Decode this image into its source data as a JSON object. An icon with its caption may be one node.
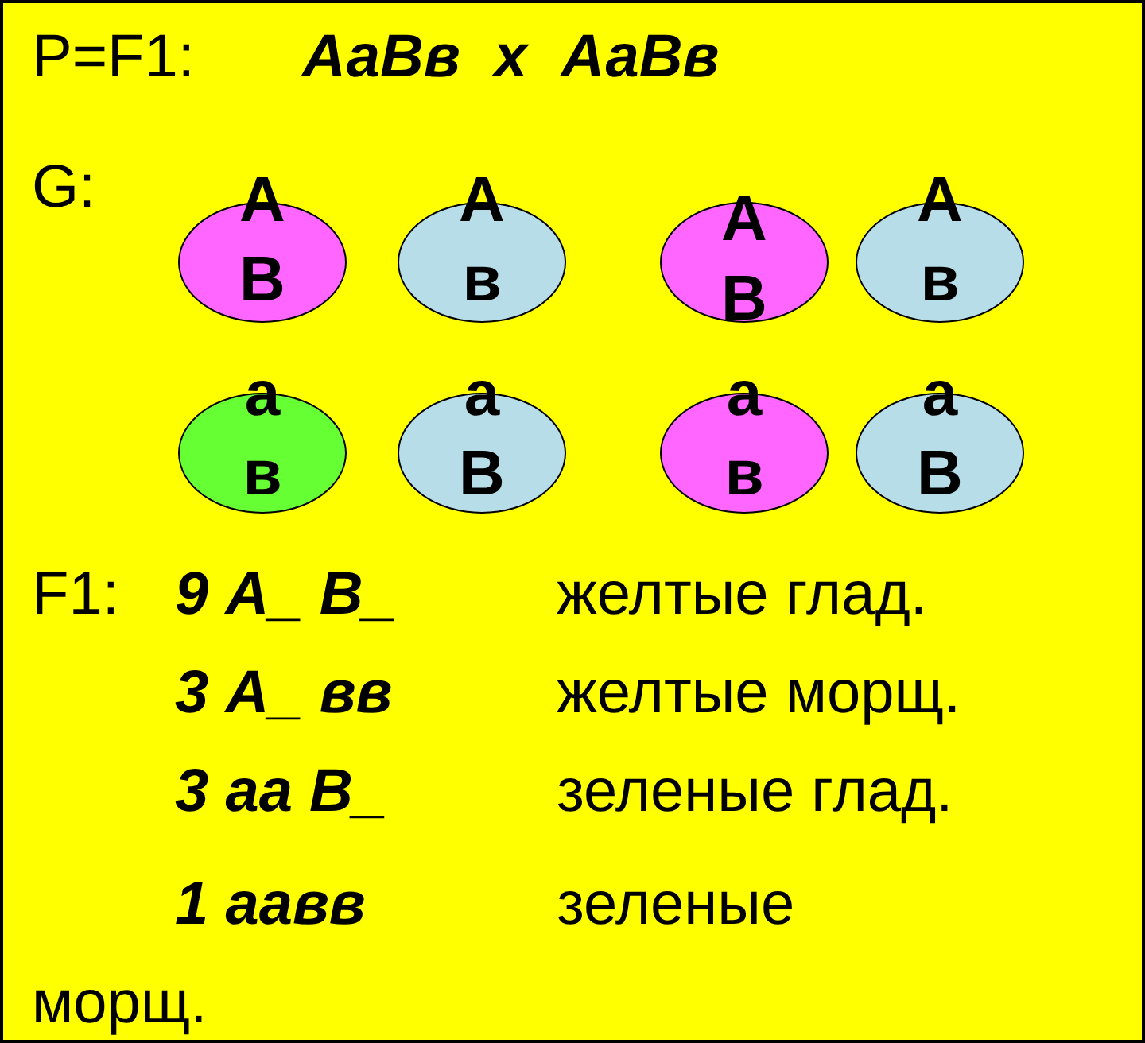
{
  "diagram": {
    "nodes": [
      {
        "text": [
          "А",
          "В"
        ]
      },
      {
        "text": [
          "А",
          "в"
        ]
      },
      {
        "text": [
          "А",
          "В"
        ]
      },
      {
        "text": [
          "А",
          "в"
        ]
      },
      {
        "text": [
          "а",
          "в"
        ]
      },
      {
        "text": [
          "а",
          "В"
        ]
      },
      {
        "text": [
          "а",
          "в"
        ]
      },
      {
        "text": [
          "а",
          "В"
        ]
      }
    ],
    "labels": [
      "P=F1:",
      "АаВв  x  АаВв",
      "G:",
      "F1:",
      "9 А_ В_",
      "желтые глад.",
      "3 А_ вв",
      "желтые морщ.",
      "3 аа В_",
      "зеленые глад.",
      "1 аавв",
      "зеленые морщ."
    ]
  }
}
